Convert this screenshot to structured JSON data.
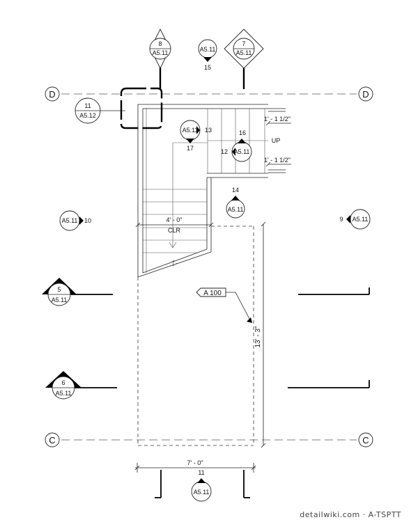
{
  "grid": {
    "top": "D",
    "bottom": "C"
  },
  "sections": {
    "s8": {
      "num": "8",
      "sheet": "A5.11"
    },
    "s7": {
      "num": "7",
      "sheet": "A5.11"
    },
    "s15": {
      "num": "15",
      "sheet": "A5.11"
    },
    "s11": {
      "num": "11",
      "sheet": "A5.12"
    },
    "s13": {
      "num": "13",
      "sheet": "A5.11"
    },
    "s17": {
      "num": "17"
    },
    "s16": {
      "num": "16"
    },
    "s12": {
      "num": "12",
      "sheet": "A5.11"
    },
    "s14": {
      "num": "14",
      "sheet": "A5.11"
    },
    "s10": {
      "num": "10",
      "sheet": "A5.11"
    },
    "s9": {
      "num": "9",
      "sheet": "A5.11"
    },
    "s5": {
      "num": "5",
      "sheet": "A5.11"
    },
    "s6": {
      "num": "6",
      "sheet": "A5.11"
    },
    "s11b": {
      "num": "11",
      "sheet": "A5.11"
    }
  },
  "dims": {
    "clear_width": "4' - 0\"",
    "clr": "CLR",
    "upper_1": "1' - 1 1/2\"",
    "upper_2": "1' - 1 1/2\"",
    "up": "UP",
    "length": "13' - 3\"",
    "width": "7' - 0\""
  },
  "tag": "A 100",
  "watermark": "detailwiki.com · A-TSPTT"
}
